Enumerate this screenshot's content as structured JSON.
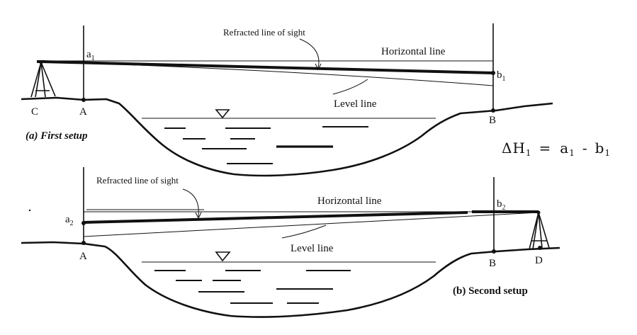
{
  "setup_a": {
    "caption": "(a) First setup",
    "point_c": "C",
    "point_a": "A",
    "point_b": "B",
    "reading_a": "a",
    "reading_a_sub": "1",
    "reading_b": "b",
    "reading_b_sub": "1",
    "refracted_label": "Refracted line of sight",
    "horizontal_label": "Horizontal line",
    "level_label": "Level line"
  },
  "setup_b": {
    "caption": "(b) Second setup",
    "point_a": "A",
    "point_b": "B",
    "point_d": "D",
    "reading_a": "a",
    "reading_a_sub": "2",
    "reading_b": "b",
    "reading_b_sub": "2",
    "refracted_label": "Refracted line of sight",
    "horizontal_label": "Horizontal line",
    "level_label": "Level line"
  },
  "equation": {
    "delta": "ΔH",
    "delta_sub": "1",
    "equals": "=",
    "a": "a",
    "a_sub": "1",
    "minus": "-",
    "b": "b",
    "b_sub": "1"
  }
}
